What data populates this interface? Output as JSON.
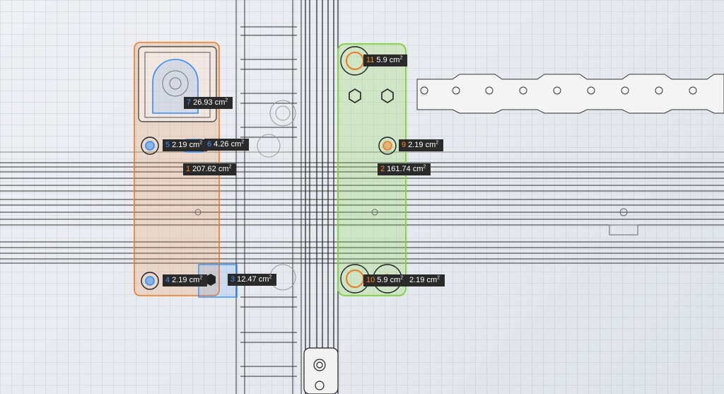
{
  "colors": {
    "orange_region": "#f07a1e",
    "green_region": "#7ad636",
    "blue_region": "#2f8fff",
    "label_bg": "#2a2a2a"
  },
  "labels": [
    {
      "id": "1",
      "value": "207.62 cm",
      "color": "orange"
    },
    {
      "id": "2",
      "value": "161.74 cm",
      "color": "orange"
    },
    {
      "id": "3",
      "value": "12.47 cm",
      "color": "blue"
    },
    {
      "id": "4",
      "value": "2.19 cm",
      "color": "blue"
    },
    {
      "id": "5",
      "value": "2.19 cm",
      "color": "blue"
    },
    {
      "id": "6",
      "value": "4.26 cm",
      "color": "blue"
    },
    {
      "id": "7",
      "value": "26.93 cm",
      "color": "blue"
    },
    {
      "id": "9",
      "value": "2.19 cm",
      "color": "orange"
    },
    {
      "id": "10",
      "value": "5.9 cm",
      "color": "orange"
    },
    {
      "id": "11",
      "value": "5.9 cm",
      "color": "orange"
    },
    {
      "id": "",
      "value": "2.19 cm",
      "color": "orange"
    }
  ],
  "unit_superscript": "2"
}
